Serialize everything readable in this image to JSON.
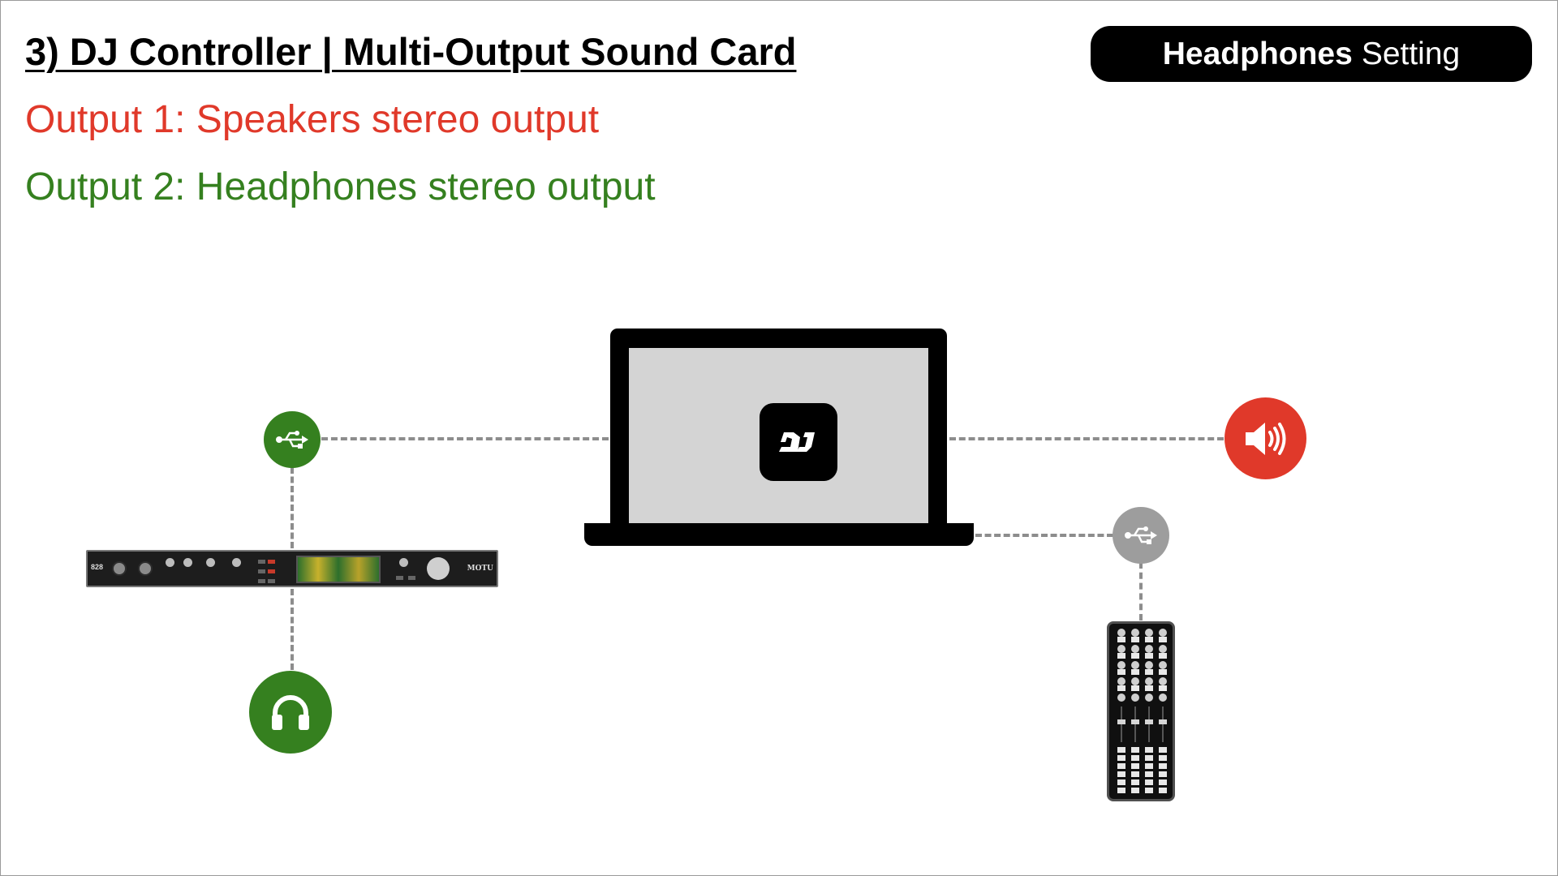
{
  "title": "3) DJ Controller | Multi-Output Sound Card",
  "output1": {
    "text": "Output 1: Speakers stereo output",
    "color": "#e0392a"
  },
  "output2": {
    "text": "Output 2: Headphones stereo output",
    "color": "#35801f"
  },
  "setting_pill": {
    "strong": "Headphones",
    "light": "Setting"
  },
  "sound_card": {
    "model": "828",
    "brand": "MOTU"
  },
  "colors": {
    "green": "#35801f",
    "red": "#e0392a",
    "gray": "#9d9d9d",
    "dash": "#8d8d8d",
    "screen": "#d4d4d4"
  },
  "icons": {
    "usb_green": "usb-icon",
    "usb_gray": "usb-icon",
    "speaker": "speaker-icon",
    "headphones": "headphones-icon",
    "app": "dj-app-icon"
  }
}
